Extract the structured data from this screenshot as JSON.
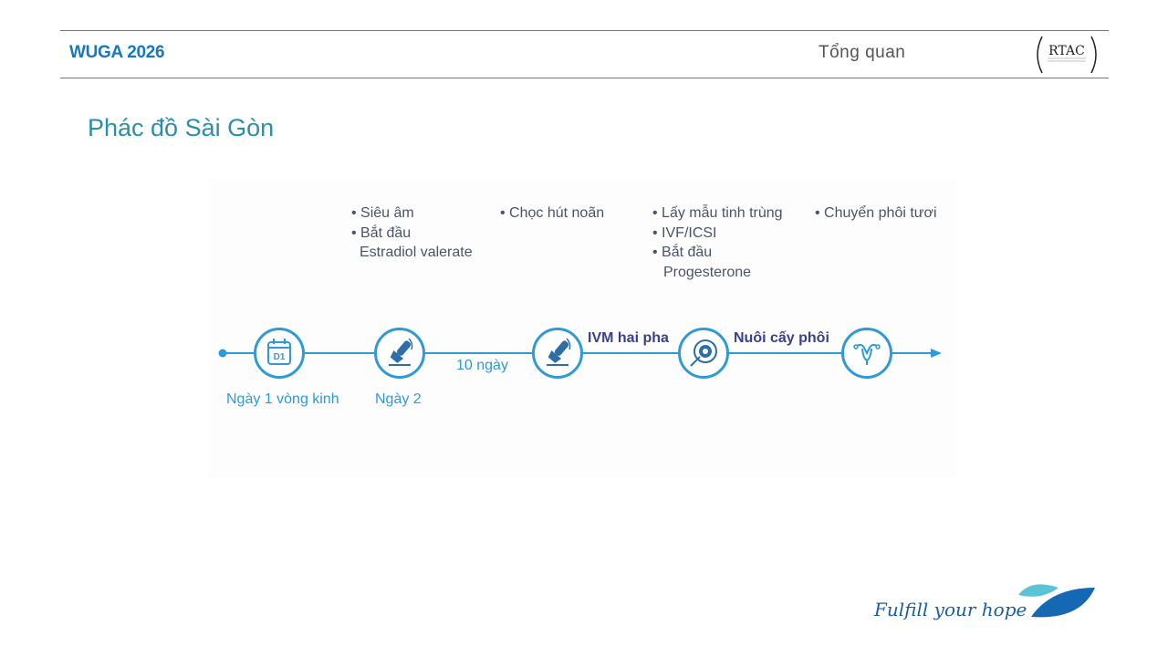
{
  "header": {
    "brand": "WUGA 2026",
    "section": "Tổng quan",
    "logo_text": "RTAC"
  },
  "title": "Phác đồ Sài Gòn",
  "timeline": {
    "notes": [
      {
        "lines": [
          "• Siêu âm",
          "• Bắt đầu",
          "Estradiol valerate"
        ]
      },
      {
        "lines": [
          "• Chọc hút noãn"
        ]
      },
      {
        "lines": [
          "• Lấy mẫu tinh trùng",
          "• IVF/ICSI",
          "• Bắt đầu",
          "Progesterone"
        ]
      },
      {
        "lines": [
          "• Chuyển phôi tươi"
        ]
      }
    ],
    "nodes": [
      {
        "icon": "calendar-icon",
        "icon_text": "D1",
        "label": "Ngày 1 vòng kinh"
      },
      {
        "icon": "ultrasound-probe-icon",
        "label": "Ngày 2"
      },
      {
        "icon": "ultrasound-probe-icon"
      },
      {
        "icon": "oocyte-icon"
      },
      {
        "icon": "uterus-icon"
      }
    ],
    "gap_label": "10 ngày",
    "phases": [
      "IVM hai pha",
      "Nuôi cấy phôi"
    ]
  },
  "footer": {
    "tagline": "Fulfill your hope"
  },
  "colors": {
    "accent": "#2f9ad6",
    "brand": "#1a78b8",
    "title": "#2a8fa8",
    "phase": "#3b3f8c"
  }
}
